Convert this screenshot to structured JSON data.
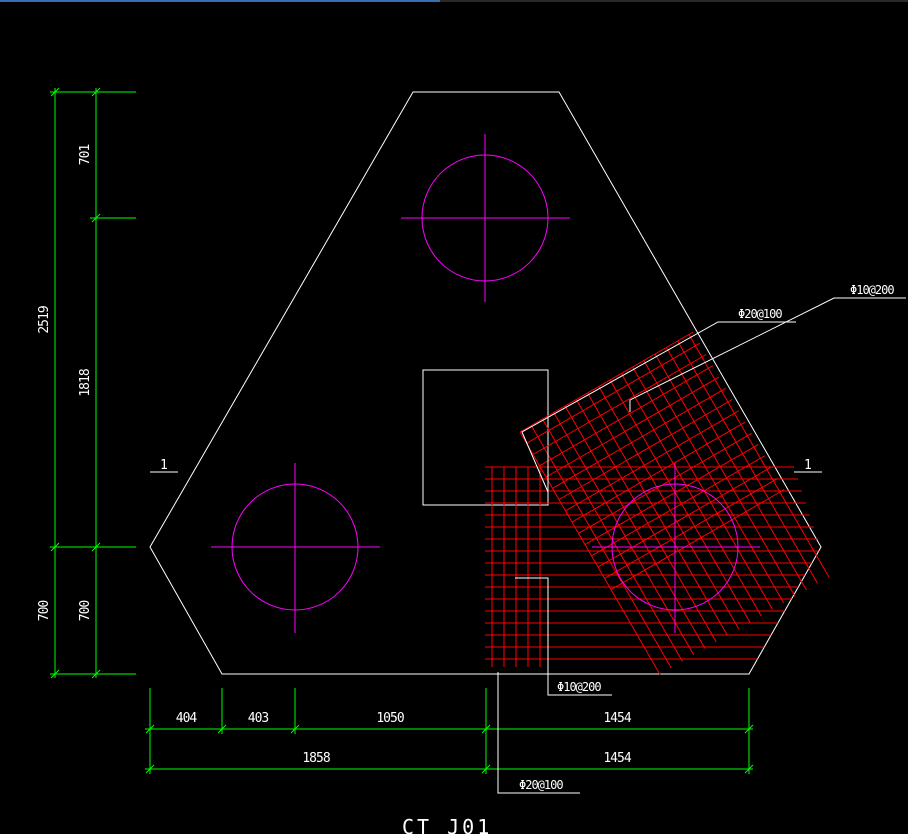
{
  "drawing": {
    "title": "CT J01",
    "section_mark_left": "1",
    "section_mark_right": "1"
  },
  "dimensions": {
    "vertical_outer": {
      "total": "2519",
      "bottom": "700"
    },
    "vertical_inner": {
      "top": "701",
      "middle": "1818",
      "bottom": "700"
    },
    "horizontal_row1": [
      "404",
      "403",
      "1050",
      "1454"
    ],
    "horizontal_row2": [
      "1858",
      "1454"
    ]
  },
  "rebar_labels": {
    "top_mid": "Φ20@100",
    "top_right": "Φ10@200",
    "bottom_mid": "Φ10@200",
    "bottom": "Φ20@100"
  },
  "colors": {
    "background": "#000000",
    "outline": "#ffffff",
    "dimension": "#00ff00",
    "pile": "#ff00ff",
    "rebar": "#ff0000"
  }
}
